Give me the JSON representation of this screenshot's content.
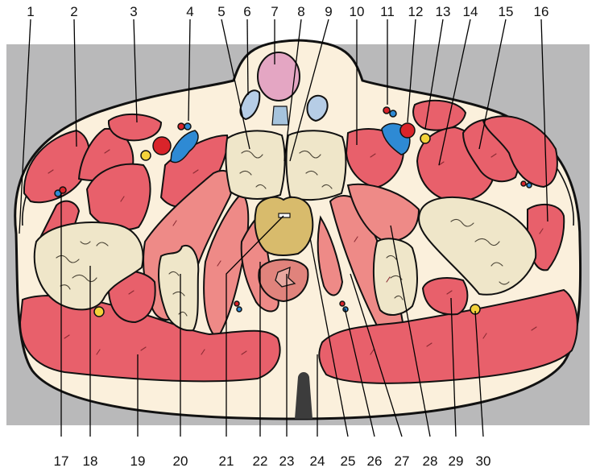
{
  "figure": {
    "labels_top": [
      "1",
      "2",
      "3",
      "4",
      "5",
      "6",
      "7",
      "8",
      "9",
      "10",
      "11",
      "12",
      "13",
      "14",
      "15",
      "16"
    ],
    "labels_bottom": [
      "17",
      "18",
      "19",
      "20",
      "21",
      "22",
      "23",
      "24",
      "25",
      "26",
      "27",
      "28",
      "29",
      "30"
    ]
  },
  "colors": {
    "background_panel": "#b9b9ba",
    "body_fill": "#fbf0dc",
    "muscle": "#e8606b",
    "muscle_light": "#ee8a87",
    "bone": "#efe6c9",
    "vertebral_body": "#d8bb6c",
    "artery": "#d9242a",
    "vein": "#2e8ad4",
    "nerve": "#f3d23a",
    "organ": "#e4a6c3",
    "vessel_pale": "#b6cde6",
    "rectum": "#e0837c",
    "natal_cleft": "#3c3c3c"
  }
}
